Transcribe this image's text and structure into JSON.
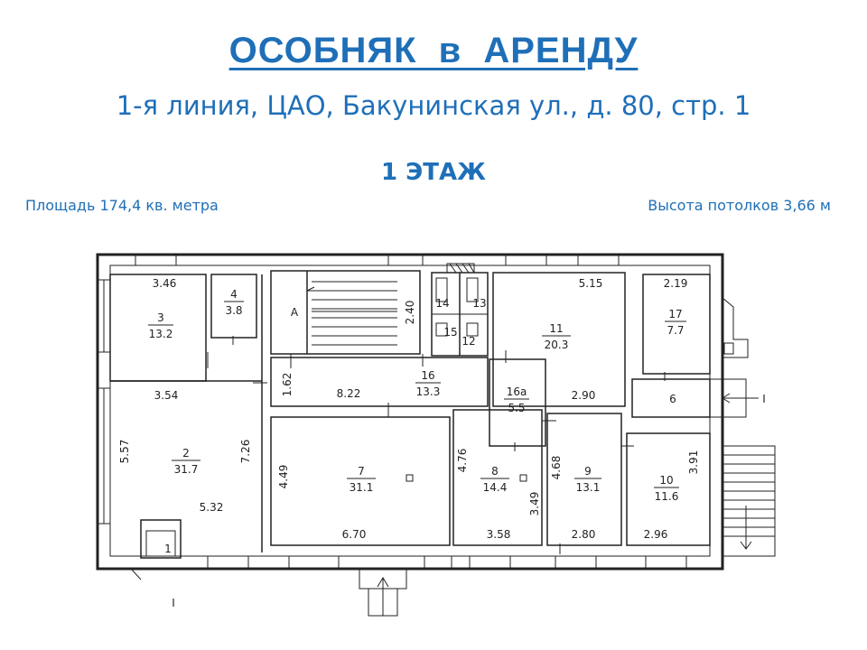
{
  "header": {
    "title": "ОСОБНЯК  в  АРЕНДУ",
    "subtitle": "1-я линия, ЦАО, Бакунинская ул., д. 80, стр. 1",
    "floor": "1 ЭТАЖ",
    "area": "Площадь 174,4 кв. метра",
    "ceiling": "Высота потолков 3,66 м"
  },
  "colors": {
    "accent": "#1f6fb8",
    "lines": "#222222"
  },
  "rooms": [
    {
      "num": "3",
      "area": "13.2"
    },
    {
      "num": "4",
      "area": "3.8"
    },
    {
      "num": "А",
      "area": ""
    },
    {
      "num": "11",
      "area": "20.3"
    },
    {
      "num": "17",
      "area": "7.7"
    },
    {
      "num": "16",
      "area": "13.3"
    },
    {
      "num": "16а",
      "area": "5.5"
    },
    {
      "num": "6",
      "area": ""
    },
    {
      "num": "2",
      "area": "31.7"
    },
    {
      "num": "7",
      "area": "31.1"
    },
    {
      "num": "8",
      "area": "14.4"
    },
    {
      "num": "9",
      "area": "13.1"
    },
    {
      "num": "10",
      "area": "11.6"
    },
    {
      "num": "1",
      "area": ""
    },
    {
      "num": "14",
      "area": ""
    },
    {
      "num": "13",
      "area": ""
    },
    {
      "num": "15",
      "area": ""
    },
    {
      "num": "12",
      "area": ""
    }
  ],
  "dimensions": {
    "d_346": "3.46",
    "d_240": "2.40",
    "d_515": "5.15",
    "d_219": "2.19",
    "d_162": "1.62",
    "d_822": "8.22",
    "d_354": "3.54",
    "d_290": "2.90",
    "d_557": "5.57",
    "d_726": "7.26",
    "d_449": "4.49",
    "d_476": "4.76",
    "d_468": "4.68",
    "d_391": "3.91",
    "d_532": "5.32",
    "d_670": "6.70",
    "d_358": "3.58",
    "d_349": "3.49",
    "d_280": "2.80",
    "d_296": "2.96"
  },
  "marks": {
    "section": "I"
  }
}
